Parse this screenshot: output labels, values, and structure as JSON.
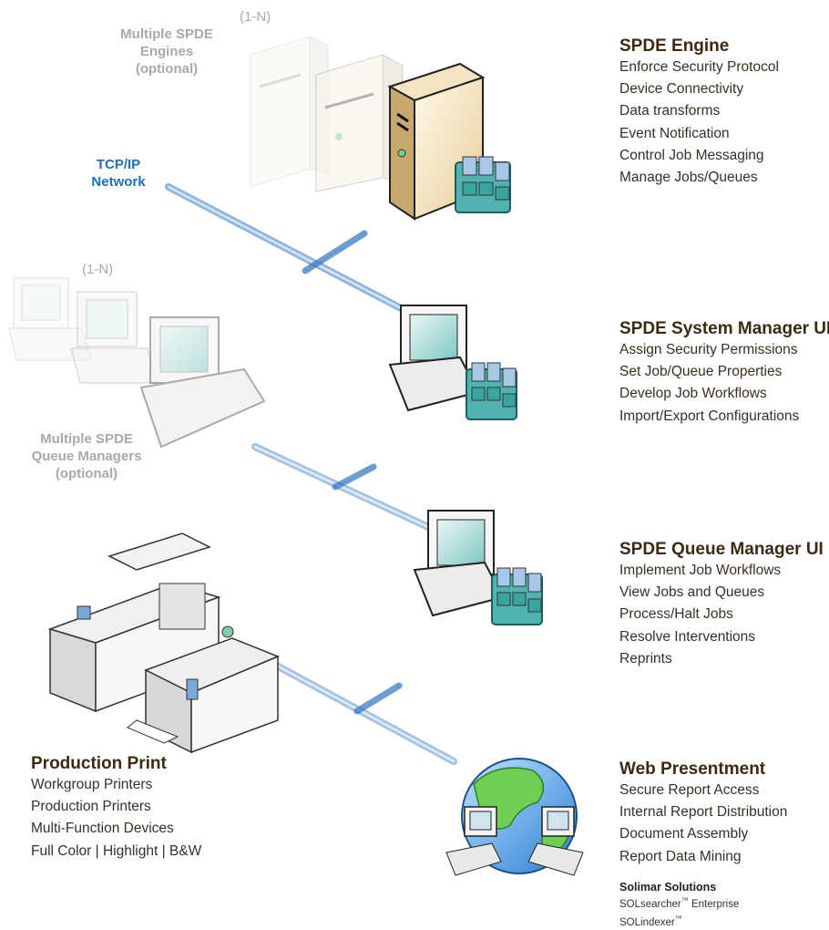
{
  "engines_label": {
    "title": "Multiple SPDE\nEngines\n(optional)",
    "count": "(1-N)"
  },
  "tcp_label": "TCP/IP\nNetwork",
  "queue_managers_label": {
    "title": "Multiple SPDE\nQueue Managers\n(optional)",
    "count": "(1-N)"
  },
  "sections": {
    "engine": {
      "title": "SPDE Engine",
      "items": [
        "Enforce Security Protocol",
        "Device Connectivity",
        "Data transforms",
        "Event Notification",
        "Control Job Messaging",
        "Manage Jobs/Queues"
      ]
    },
    "system_manager": {
      "title": "SPDE System Manager UI",
      "items": [
        "Assign Security Permissions",
        "Set Job/Queue Properties",
        "Develop Job Workflows",
        "Import/Export Configurations"
      ]
    },
    "queue_manager": {
      "title": "SPDE Queue Manager UI",
      "items": [
        "Implement Job Workflows",
        "View Jobs and Queues",
        "Process/Halt Jobs",
        "Resolve Interventions",
        "Reprints"
      ]
    },
    "web": {
      "title": "Web Presentment",
      "items": [
        "Secure Report Access",
        "Internal Report Distribution",
        "Document Assembly",
        "Report Data Mining"
      ]
    },
    "print": {
      "title": "Production Print",
      "items": [
        "Workgroup Printers",
        "Production Printers",
        "Multi-Function Devices",
        "Full Color | Highlight | B&W"
      ]
    }
  },
  "solimar": {
    "title": "Solimar Solutions",
    "products": [
      {
        "name": "SOLsearcher",
        "mark": "™",
        "suffix": " Enterprise"
      },
      {
        "name": "SOLindexer",
        "mark": "™",
        "suffix": ""
      }
    ]
  },
  "colors": {
    "network_blue": "#2f74c0",
    "heading": "#3b2a14",
    "muted": "#a9a9a9",
    "tcp": "#1e6fb4"
  }
}
